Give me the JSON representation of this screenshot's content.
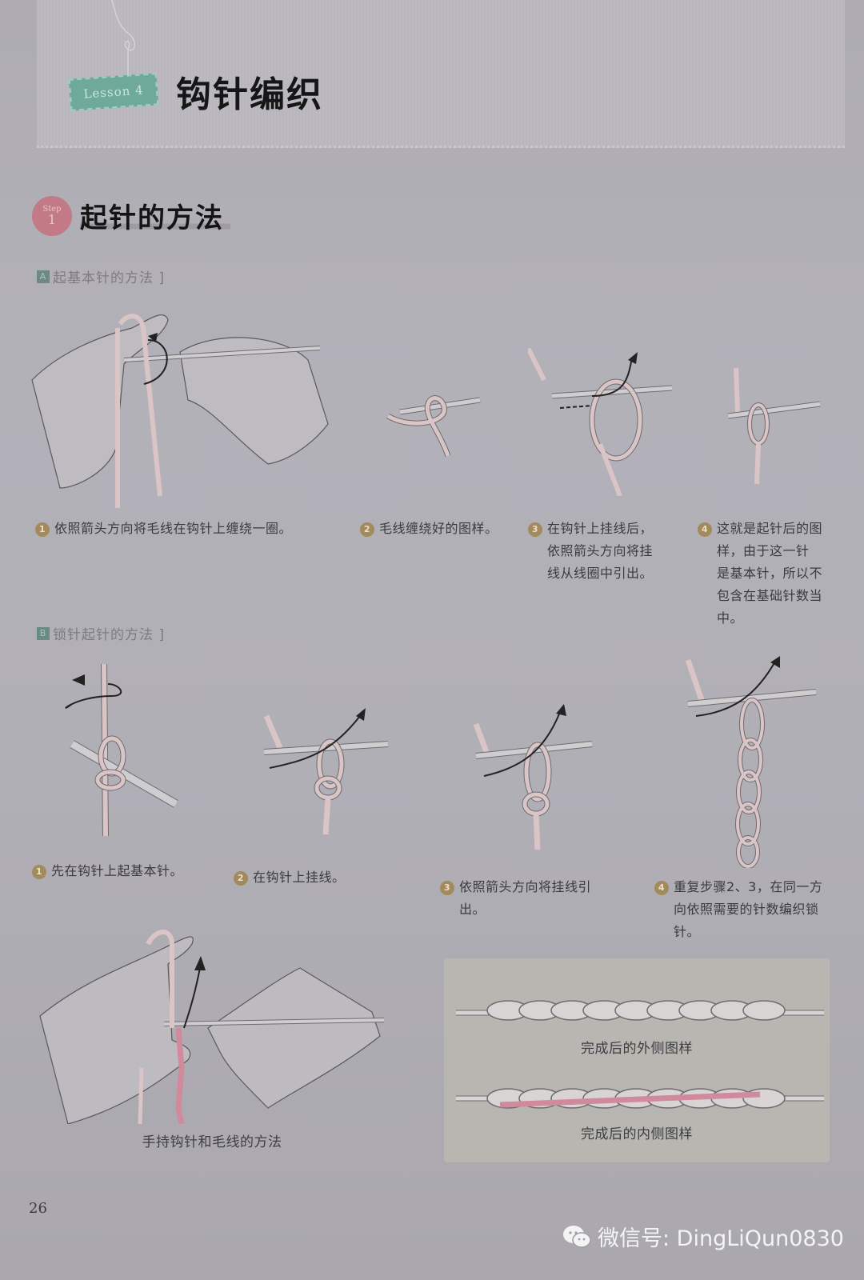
{
  "header": {
    "lesson_tag": "Lesson 4",
    "lesson_title": "钩针编织"
  },
  "step": {
    "badge_label": "Step",
    "badge_number": "1",
    "title": "起针的方法"
  },
  "section_a": {
    "marker": "A",
    "heading": "起基本针的方法 ]",
    "steps": [
      {
        "number": "1",
        "text": "依照箭头方向将毛线在钩针上缠绕一圈。"
      },
      {
        "number": "2",
        "text": "毛线缠绕好的图样。"
      },
      {
        "number": "3",
        "lines": [
          "在钩针上挂线后，",
          "依照箭头方向将挂",
          "线从线圈中引出。"
        ]
      },
      {
        "number": "4",
        "lines": [
          "这就是起针后的图",
          "样，由于这一针",
          "是基本针，所以不",
          "包含在基础针数当",
          "中。"
        ]
      }
    ]
  },
  "section_b": {
    "marker": "B",
    "heading": "锁针起针的方法 ]",
    "steps": [
      {
        "number": "1",
        "text": "先在钩针上起基本针。"
      },
      {
        "number": "2",
        "text": "在钩针上挂线。"
      },
      {
        "number": "3",
        "lines": [
          "依照箭头方向将挂线引",
          "出。"
        ]
      },
      {
        "number": "4",
        "lines": [
          "重复步骤2、3，在同一方",
          "向依照需要的针数编织锁",
          "针。"
        ]
      }
    ]
  },
  "hand_illustration": {
    "caption": "手持钩针和毛线的方法"
  },
  "result_panel": {
    "outer_caption": "完成后的外侧图样",
    "inner_caption": "完成后的内侧图样"
  },
  "page_number": "26",
  "watermark": {
    "icon": "wechat-icon",
    "text": "微信号: DingLiQun0830"
  },
  "colors": {
    "lesson_tag": "#6fa99a",
    "step_badge": "#c27a86",
    "yarn": "#d9c4c6",
    "yarn_inner": "#d08a9c",
    "hook": "#c8c6c9",
    "step_number": "#a28a5c"
  }
}
